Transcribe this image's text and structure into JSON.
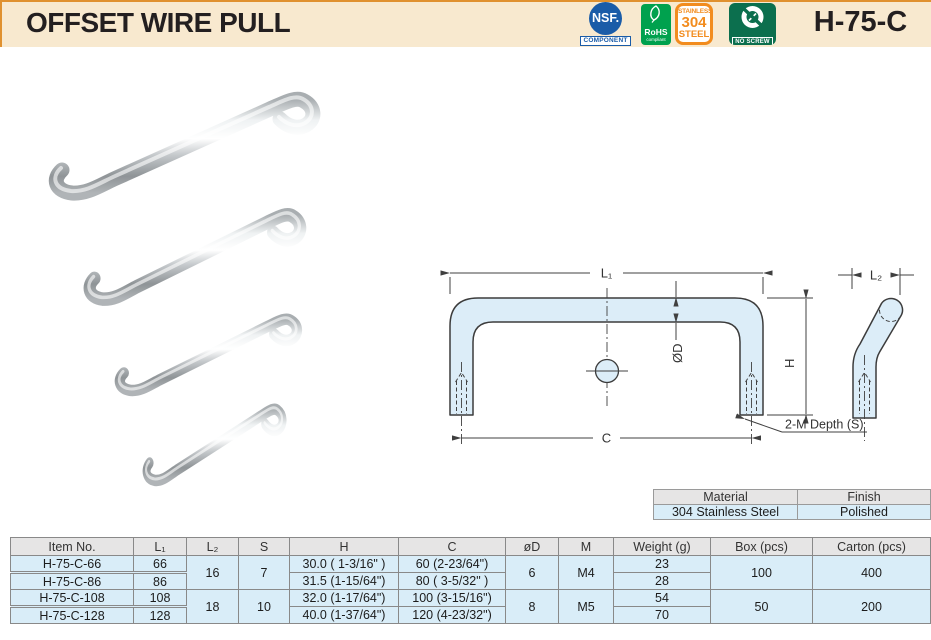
{
  "header": {
    "title": "OFFSET WIRE PULL",
    "part_number": "H-75-C",
    "badges": {
      "nsf": {
        "label": "NSF.",
        "sublabel": "COMPONENT"
      },
      "rohs": {
        "label": "RoHS",
        "sublabel": "compliant"
      },
      "steel": {
        "line1": "STAINLESS",
        "line2": "304",
        "line3": "STEEL"
      },
      "no_screw": {
        "label": "NO SCREW"
      }
    }
  },
  "colors": {
    "header_band": "#F8E9CF",
    "accent_orange": "#F28C1E",
    "nsf_blue": "#1A5CA8",
    "rohs_green": "#00A14E",
    "no_screw_green": "#0C6F4E",
    "table_header_bg": "#E6E5E5",
    "table_row_bg": "#D9EDF8",
    "diagram_fill": "#DCEDF8"
  },
  "diagram": {
    "labels": {
      "l1": "L₁",
      "l2": "L₂",
      "od": "ØD",
      "h": "H",
      "c": "C",
      "note": "2-M Depth (S)"
    }
  },
  "material_table": {
    "headers": [
      "Material",
      "Finish"
    ],
    "values": [
      "304 Stainless Steel",
      "Polished"
    ]
  },
  "spec_table": {
    "headers": [
      "Item No.",
      "L₁",
      "L₂",
      "S",
      "H",
      "C",
      "øD",
      "M",
      "Weight (g)",
      "Box (pcs)",
      "Carton (pcs)"
    ],
    "rows": [
      {
        "item": "H-75-C-66",
        "l1": "66",
        "l2": "16",
        "s": "7",
        "h": "30.0 ( 1-3/16\" )",
        "c": "60 (2-23/64\")",
        "od": "6",
        "m": "M4",
        "weight": "23",
        "box": "100",
        "carton": "400"
      },
      {
        "item": "H-75-C-86",
        "l1": "86",
        "h": "31.5 (1-15/64\")",
        "c": "80 ( 3-5/32\" )",
        "weight": "28"
      },
      {
        "item": "H-75-C-108",
        "l1": "108",
        "l2": "18",
        "s": "10",
        "h": "32.0 (1-17/64\")",
        "c": "100 (3-15/16\")",
        "od": "8",
        "m": "M5",
        "weight": "54",
        "box": "50",
        "carton": "200"
      },
      {
        "item": "H-75-C-128",
        "l1": "128",
        "h": "40.0 (1-37/64\")",
        "c": "120 (4-23/32\")",
        "weight": "70"
      }
    ]
  }
}
